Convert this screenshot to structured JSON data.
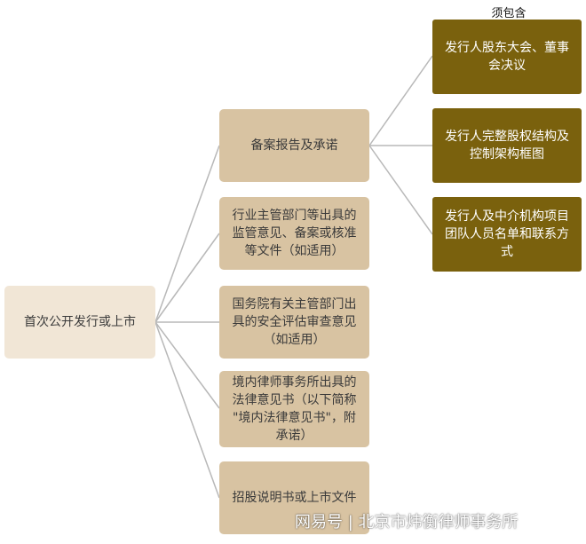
{
  "root": {
    "label": "首次公开发行或上市"
  },
  "mid_items": [
    {
      "label": "备案报告及承诺"
    },
    {
      "label": "行业主管部门等出具的\n监管意见、备案或核准\n等文件（如适用）"
    },
    {
      "label": "国务院有关主管部门出\n具的安全评估审查意见\n（如适用）"
    },
    {
      "label": "境内律师事务所出具的\n法律意见书（以下简称\n\"境内法律意见书\"，附\n承诺）"
    },
    {
      "label": "招股说明书或上市文件"
    }
  ],
  "include_label": "须包含",
  "right_items": [
    {
      "label": "发行人股东大会、董事\n会决议"
    },
    {
      "label": "发行人完整股权结构及\n控制架构框图"
    },
    {
      "label": "发行人及中介机构项目\n团队人员名单和联系方\n式"
    }
  ],
  "watermark": "网易号 | 北京市炜衡律师事务所",
  "colors": {
    "root_fill": "#f1e6d6",
    "mid_fill": "#d8c3a2",
    "right_fill": "#7a610d",
    "connector": "#b8b8b8"
  }
}
